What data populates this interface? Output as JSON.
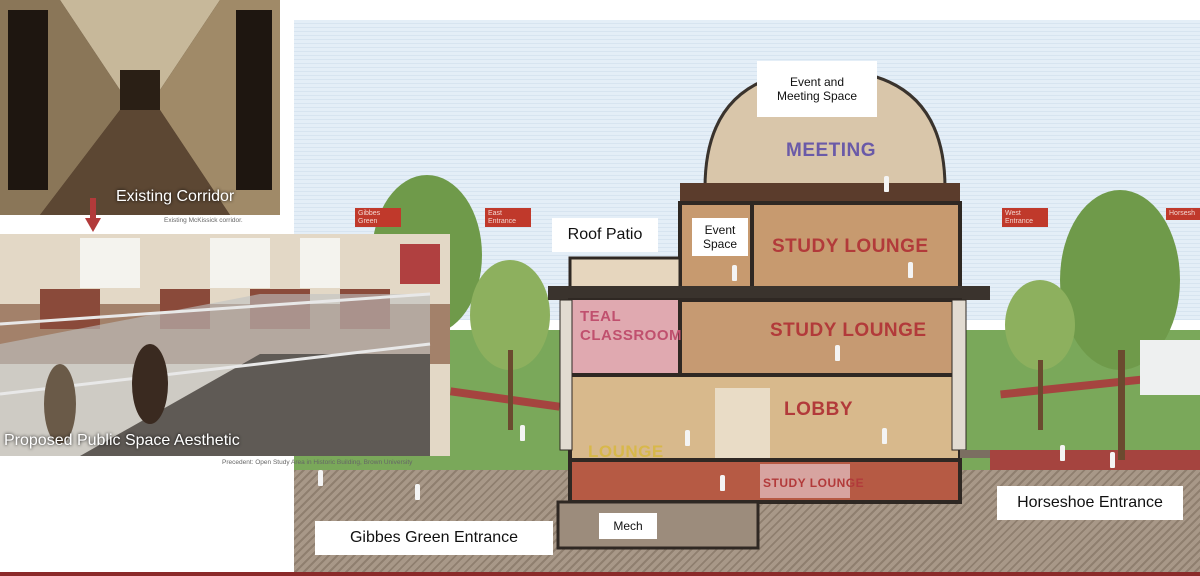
{
  "photos": {
    "corridor": {
      "title": "Existing Corridor",
      "caption": "Existing McKissick corridor."
    },
    "public_space": {
      "title": "Proposed Public Space Aesthetic",
      "caption": "Precedent:  Open Study Area in Historic Building, Brown University"
    }
  },
  "callouts": {
    "event_meeting": "Event and Meeting Space",
    "roof_patio": "Roof Patio",
    "event_space": "Event Space",
    "mech": "Mech",
    "gibbes_entrance": "Gibbes Green Entrance",
    "horseshoe_entrance": "Horseshoe Entrance"
  },
  "rooms": {
    "meeting": "MEETING",
    "study_lounge_top": "STUDY LOUNGE",
    "study_lounge_mid": "STUDY LOUNGE",
    "teal_line1": "TEAL",
    "teal_line2": "CLASSROOM",
    "lobby": "LOBBY",
    "lounge": "LOUNGE",
    "study_lounge_basement": "STUDY LOUNGE"
  },
  "flags": {
    "gibbes_green_line1": "Gibbes",
    "gibbes_green_line2": "Green",
    "east_line1": "East",
    "east_line2": "Entrance",
    "west_line1": "West",
    "west_line2": "Entrance",
    "horseshoe": "Horsesh"
  },
  "colors": {
    "accent_red": "#a5443f",
    "room_text_red": "#b23a3a",
    "meeting_text": "#6a5aa8",
    "teal_text": "#c0506e",
    "lounge_text": "#d8b84a",
    "bottom_rule": "#8b2a2a"
  }
}
